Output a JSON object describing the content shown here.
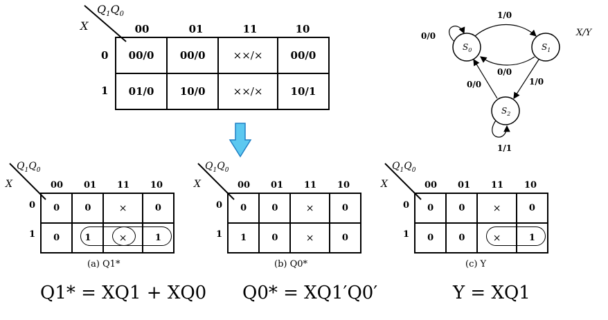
{
  "top_kmap": {
    "corner_top": "Q1Q0",
    "corner_left": "X",
    "col_headers": [
      "00",
      "01",
      "11",
      "10"
    ],
    "row_headers": [
      "0",
      "1"
    ],
    "cells": [
      [
        "00/0",
        "00/0",
        "××/×",
        "00/0"
      ],
      [
        "01/0",
        "10/0",
        "××/×",
        "10/1"
      ]
    ]
  },
  "state_diagram": {
    "legend": "X/Y",
    "states": [
      "S0",
      "S1",
      "S2"
    ],
    "transitions": [
      {
        "from": "S0",
        "to": "S0",
        "label": "0/0"
      },
      {
        "from": "S0",
        "to": "S1",
        "label": "1/0"
      },
      {
        "from": "S1",
        "to": "S0",
        "label": "0/0"
      },
      {
        "from": "S1",
        "to": "S2",
        "label": "1/0"
      },
      {
        "from": "S2",
        "to": "S0",
        "label": "0/0"
      },
      {
        "from": "S2",
        "to": "S2",
        "label": "1/1"
      }
    ]
  },
  "small_kmaps": [
    {
      "corner_top": "Q1Q0",
      "corner_left": "X",
      "col_headers": [
        "00",
        "01",
        "11",
        "10"
      ],
      "row_headers": [
        "0",
        "1"
      ],
      "cells": [
        [
          "0",
          "0",
          "×",
          "0"
        ],
        [
          "0",
          "1",
          "×",
          "1"
        ]
      ],
      "caption": "(a) Q1*"
    },
    {
      "corner_top": "Q1Q0",
      "corner_left": "X",
      "col_headers": [
        "00",
        "01",
        "11",
        "10"
      ],
      "row_headers": [
        "0",
        "1"
      ],
      "cells": [
        [
          "0",
          "0",
          "×",
          "0"
        ],
        [
          "1",
          "0",
          "×",
          "0"
        ]
      ],
      "caption": "(b) Q0*"
    },
    {
      "corner_top": "Q1Q0",
      "corner_left": "X",
      "col_headers": [
        "00",
        "01",
        "11",
        "10"
      ],
      "row_headers": [
        "0",
        "1"
      ],
      "cells": [
        [
          "0",
          "0",
          "×",
          "0"
        ],
        [
          "0",
          "0",
          "×",
          "1"
        ]
      ],
      "caption": "(c) Y"
    }
  ],
  "equations": {
    "q1": "Q1* = XQ1 + XQ0",
    "q0": "Q0* = XQ1′Q0′",
    "y": "Y = XQ1"
  },
  "colors": {
    "arrow_fill": "#5cc8f0",
    "arrow_stroke": "#1f7fc4"
  }
}
